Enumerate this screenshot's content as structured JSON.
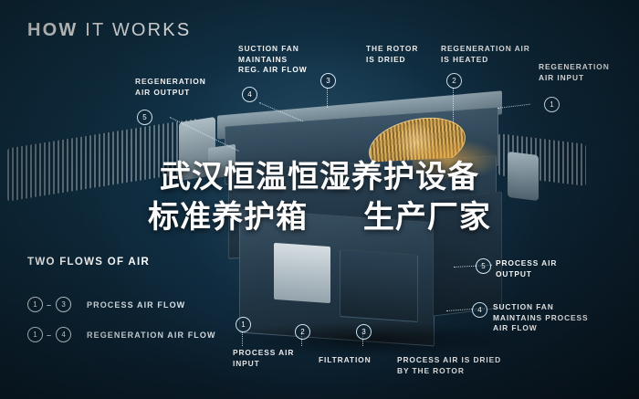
{
  "header": {
    "title_bold": "HOW",
    "title_rest": "IT WORKS"
  },
  "legend": {
    "title": "TWO FLOWS OF AIR",
    "rows": [
      {
        "from": "1",
        "to": "3",
        "label": "PROCESS AIR FLOW"
      },
      {
        "from": "1",
        "to": "4",
        "label": "REGENERATION AIR FLOW"
      }
    ],
    "dash": "–"
  },
  "callouts": [
    {
      "num": "5",
      "text": "REGENERATION\nAIR OUTPUT",
      "id": "regeneration-air-output"
    },
    {
      "num": "4",
      "text": "SUCTION FAN\nMAINTAINS\nREG. AIR FLOW",
      "id": "suction-fan-maintains-reg-air-flow"
    },
    {
      "num": "3",
      "text": "THE ROTOR\nIS DRIED",
      "id": "the-rotor-is-dried"
    },
    {
      "num": "2",
      "text": "REGENERATION AIR\nIS HEATED",
      "id": "regeneration-air-is-heated"
    },
    {
      "num": "1",
      "text": "REGENERATION\nAIR INPUT",
      "id": "regeneration-air-input"
    },
    {
      "num": "5",
      "text": "PROCESS AIR\nOUTPUT",
      "id": "process-air-output"
    },
    {
      "num": "4",
      "text": "SUCTION FAN\nMAINTAINS PROCESS\nAIR FLOW",
      "id": "suction-fan-maintains-process-air-flow"
    },
    {
      "num": "1",
      "text": "PROCESS AIR\nINPUT",
      "id": "process-air-input"
    },
    {
      "num": "2",
      "text": "FILTRATION",
      "id": "filtration"
    },
    {
      "num": "3",
      "text": "PROCESS AIR IS DRIED\nBY THE ROTOR",
      "id": "process-air-is-dried-by-the-rotor"
    }
  ],
  "watermark": {
    "line1": "武汉恒温恒湿养护设备",
    "line2": "标准养护箱 　 生产厂家"
  },
  "colors": {
    "background_dark": "#0c2130",
    "background_mid": "#12364b",
    "text_primary": "#ffffff",
    "text_secondary": "#dfe9ef",
    "accent_amber": "#e0a33c",
    "metal_light": "#cfd9de"
  }
}
